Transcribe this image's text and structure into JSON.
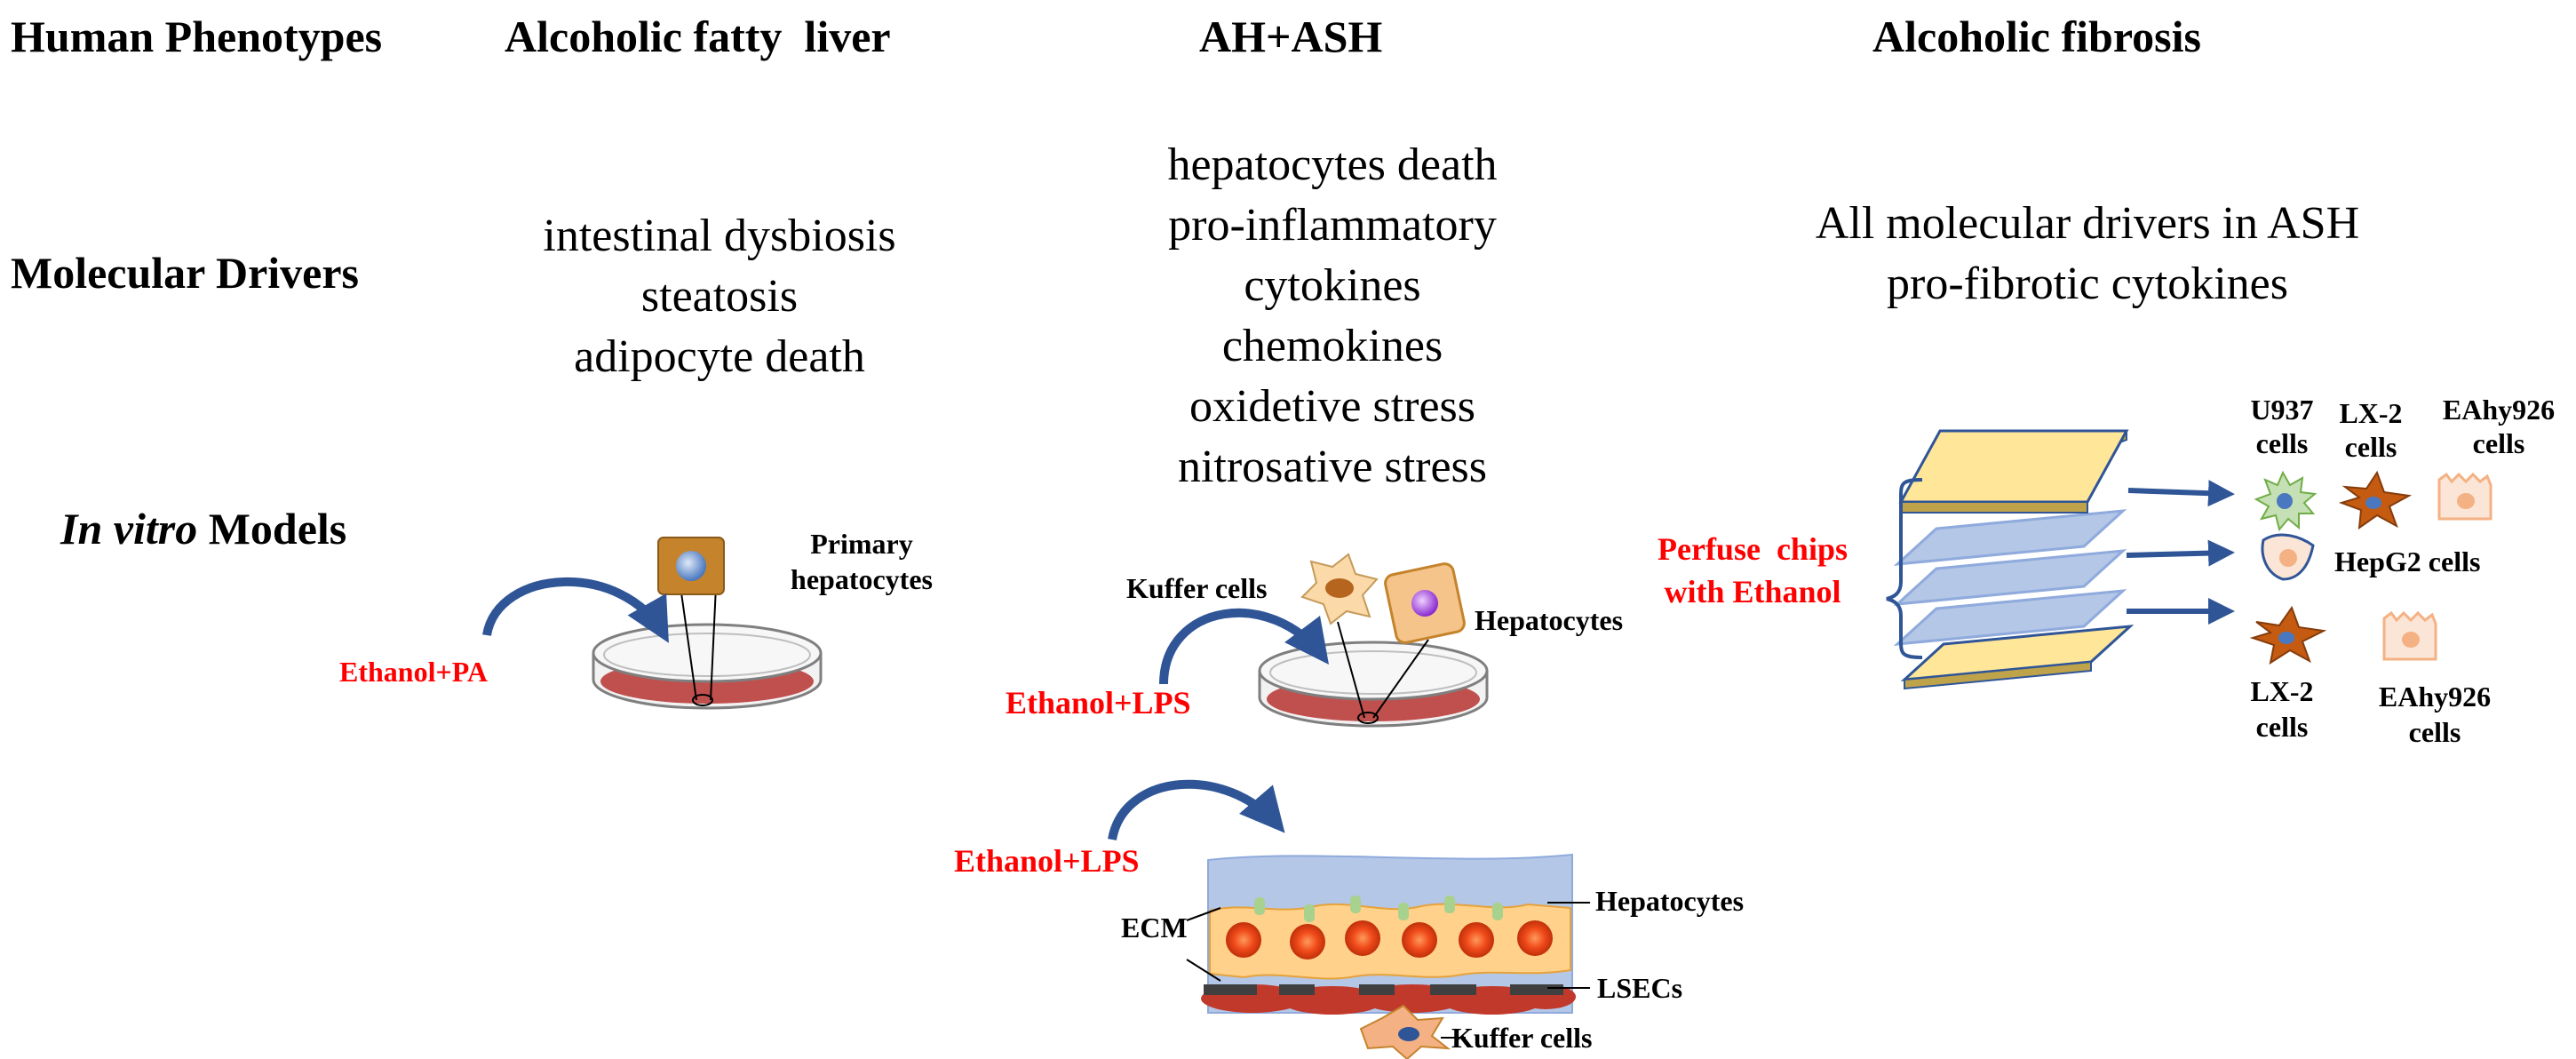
{
  "headers": {
    "human_phenotypes": "Human Phenotypes",
    "fatty_liver": "Alcoholic fatty  liver",
    "ah_ash": "AH+ASH",
    "fibrosis": "Alcoholic fibrosis"
  },
  "row_labels": {
    "molecular_drivers": "Molecular Drivers",
    "in_vitro_italic": "In vitro",
    "in_vitro_rest": " Models"
  },
  "drivers": {
    "fatty_liver": [
      "intestinal dysbiosis",
      "steatosis",
      "adipocyte death"
    ],
    "ah_ash": [
      "hepatocytes death",
      "pro-inflammatory",
      "cytokines",
      "chemokines",
      "oxidetive stress",
      "nitrosative stress"
    ],
    "fibrosis": [
      "All molecular drivers in ASH",
      "pro-fibrotic cytokines"
    ]
  },
  "models": {
    "fatty_liver": {
      "cell_line1": "Primary",
      "cell_line2": "hepatocytes",
      "treatment": "Ethanol+PA"
    },
    "ah_dish": {
      "kuffer": "Kuffer cells",
      "hepatocytes": "Hepatocytes",
      "treatment": "Ethanol+LPS"
    },
    "ah_layer": {
      "treatment": "Ethanol+LPS",
      "hepatocytes": "Hepatocytes",
      "ecm": "ECM",
      "lsecs": "LSECs",
      "kuffer": "Kuffer cells"
    },
    "fibrosis": {
      "perfuse1": "Perfuse  chips",
      "perfuse2": "with Ethanol",
      "u937_1": "U937",
      "u937_2": "cells",
      "lx2_top_1": "LX-2",
      "lx2_top_2": "cells",
      "eahy_top_1": "EAhy926",
      "eahy_top_2": "cells",
      "hepg2": "HepG2 cells",
      "lx2_bot_1": "LX-2",
      "lx2_bot_2": "cells",
      "eahy_bot_1": "EAhy926",
      "eahy_bot_2": "cells"
    }
  },
  "colors": {
    "arrow_blue": "#2f5597",
    "treatment_red": "#ff0000",
    "media_red": "#c0504d",
    "chip_yellow": "#ffe699",
    "chip_blue": "#b4c7e7",
    "cell_orange": "#f4b183",
    "cell_brown": "#c55a11"
  }
}
